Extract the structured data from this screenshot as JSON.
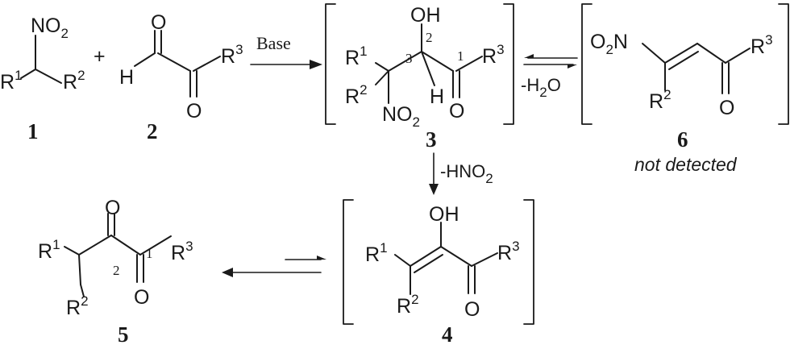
{
  "symbols": {
    "no": "NO",
    "o": "O",
    "h": "H",
    "oh": "OH",
    "r": "R",
    "two": "2",
    "one": "1",
    "three": "3",
    "plus": "+"
  },
  "reagents": {
    "base": "Base",
    "water_loss": "-H",
    "water_o": "O",
    "nitrous_loss": "-HNO"
  },
  "locants": {
    "c1": "1",
    "c2": "2",
    "c3": "3"
  },
  "compounds": {
    "c1": "1",
    "c2": "2",
    "c3": "3",
    "c4": "4",
    "c5": "5",
    "c6": "6"
  },
  "notes": {
    "not_detected": "not detected"
  }
}
